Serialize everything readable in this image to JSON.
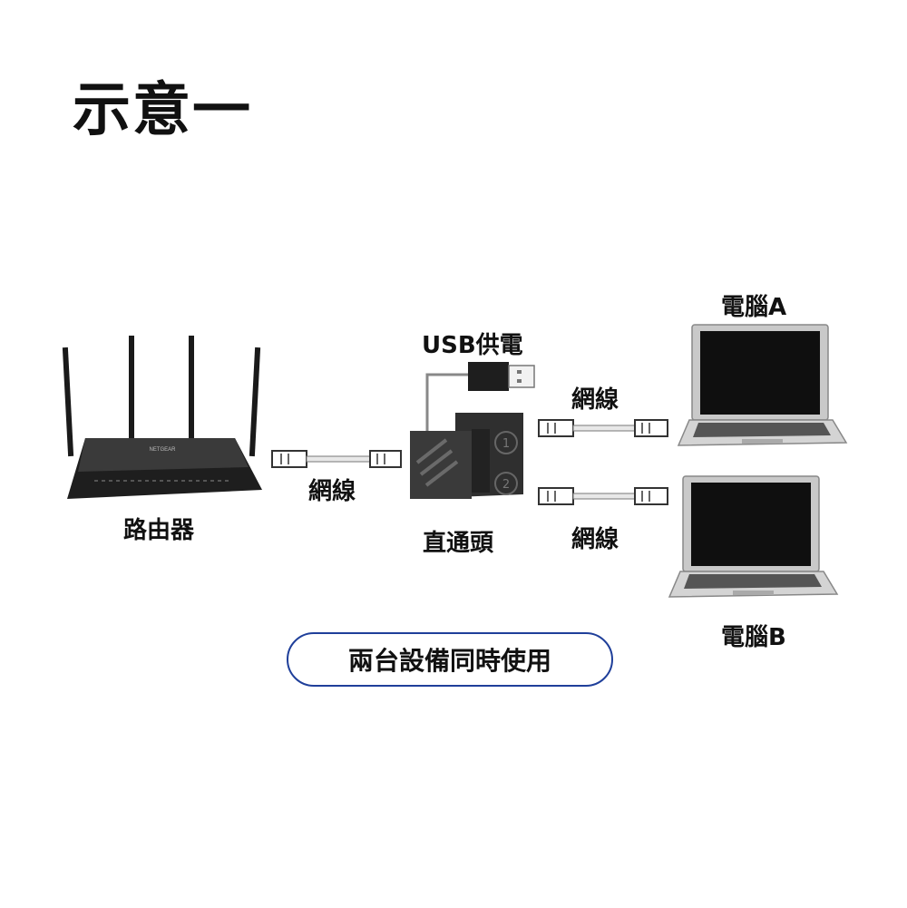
{
  "title": "示意一",
  "labels": {
    "router": "路由器",
    "cable_left": "網線",
    "usb_power": "USB供電",
    "adapter": "直通頭",
    "cable_top_right": "網線",
    "cable_bottom_right": "網線",
    "pc_a": "電腦A",
    "pc_b": "電腦B",
    "router_brand": "NETGEAR",
    "adapter_port_1": "1",
    "adapter_port_2": "2"
  },
  "caption": "兩台設備同時使用",
  "colors": {
    "pill_border": "#1f3f9a",
    "device_dark": "#2a2a2a"
  }
}
